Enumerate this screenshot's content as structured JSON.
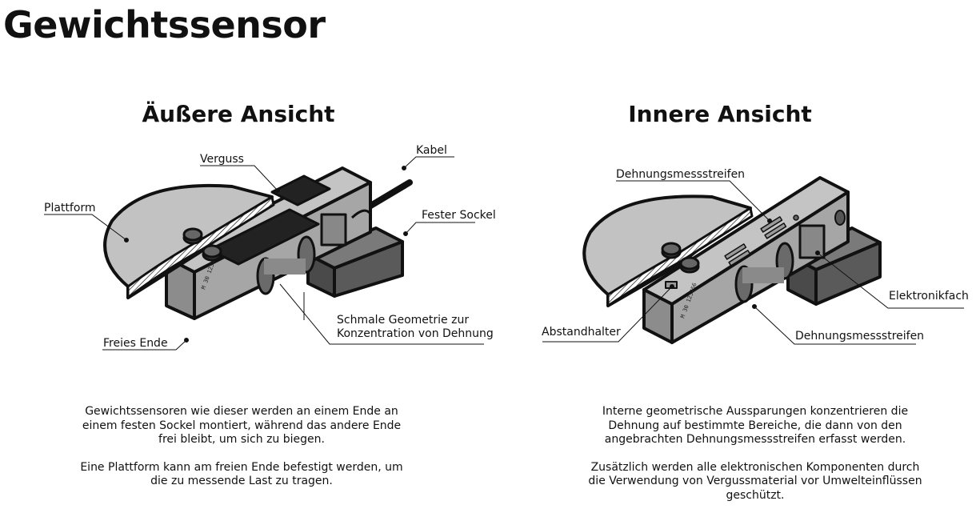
{
  "page": {
    "title": "Gewichtssensor"
  },
  "outer_view": {
    "title": "Äußere Ansicht",
    "callouts": {
      "verguss": "Verguss",
      "kabel": "Kabel",
      "plattform": "Plattform",
      "fester_sockel": "Fester Sockel",
      "geometrie_line1": "Schmale Geometrie zur",
      "geometrie_line2": "Konzentration von Dehnung",
      "freies_ende": "Freies Ende"
    },
    "description": [
      "Gewichtssensoren wie dieser werden an einem Ende an einem festen Sockel montiert, während das andere Ende frei bleibt, um sich zu biegen.",
      "Eine Plattform kann am freien Ende befestigt werden, um die zu messende Last zu tragen."
    ]
  },
  "inner_view": {
    "title": "Innere Ansicht",
    "callouts": {
      "dms_top": "Dehnungsmessstreifen",
      "elektronikfach": "Elektronikfach",
      "abstandhalter": "Abstandhalter",
      "dms_bottom": "Dehnungsmessstreifen"
    },
    "description": [
      "Interne geometrische Aussparungen konzentrieren die Dehnung auf bestimmte Bereiche, die dann von den angebrachten Dehnungsmessstreifen erfasst werden.",
      "Zusätzlich werden alle elektronischen Komponenten durch die Verwendung von Vergussmaterial vor Umwelteinflüssen geschützt."
    ]
  },
  "colors": {
    "outline": "#111111",
    "metal": "#b4b4b4",
    "metal_dark": "#7c7c7c",
    "potting": "#222222"
  }
}
